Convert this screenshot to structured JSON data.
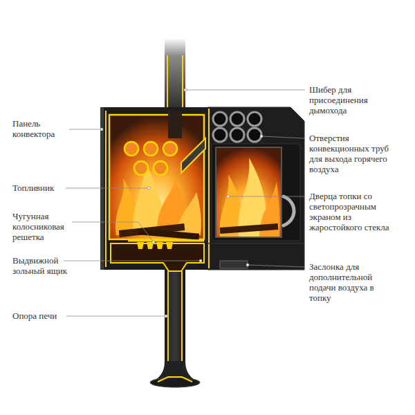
{
  "diagram": {
    "labels": [
      "Шибер для присоединения дымохода",
      "Панель конвектора",
      "Отверстия конвекционных труб для выхода горячего воздуха",
      "Топливник",
      "Дверца топки со светопрозрачным экраном из жаростойкого стекла",
      "Чугунная колосниковая решетка",
      "Выдвижной зольный ящик",
      "Заслонка для дополнительной подачи воздуха в топку",
      "Опора печи"
    ]
  }
}
